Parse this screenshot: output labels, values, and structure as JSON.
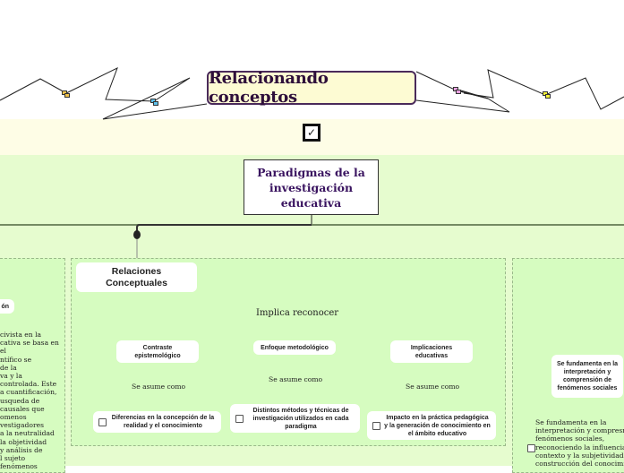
{
  "title": "Relacionando conceptos",
  "check_glyph": "✓",
  "root": {
    "label": "Paradigmas de la investigación educativa"
  },
  "marker_colors": {
    "orange": "#f0c24a",
    "blue": "#5ec0ea",
    "pink": "#e9a0e0",
    "yellow": "#f3f03a"
  },
  "left_group": {
    "header_partial": "ón",
    "body_lines": [
      "civista en la",
      "cativa se basa en",
      "el",
      "ntífico se",
      "de la",
      "va y la",
      "controlada. Este",
      "a cuantificación,",
      "usqueda de",
      "causales que",
      "omenos",
      "vestigadores",
      "a la neutralidad",
      "la objetividad",
      "y análisis de",
      "l sujeto",
      "fenómenos"
    ]
  },
  "center_group": {
    "branch_node": "Relaciones Conceptuales",
    "link_label": "Implica reconocer",
    "children": [
      {
        "label": "Contraste epistemológico",
        "link_label": "Se asume como",
        "leaf": "Diferencias en la concepción de la realidad y el conocimiento"
      },
      {
        "label": "Enfoque metodológico",
        "link_label": "Se asume como",
        "leaf": "Distintos métodos y técnicas de investigación utilizados en cada paradigma"
      },
      {
        "label": "Implicaciones educativas",
        "link_label": "Se asume como",
        "leaf": "Impacto en la práctica pedagógica y la generación de conocimiento en el ámbito educativo"
      }
    ]
  },
  "right_group": {
    "node": "Se fundamenta en la interpretación y comprensión de fenómenos sociales",
    "body_lines": [
      "Se fundamenta en la",
      "interpretación y compresn",
      "fenómenos sociales,",
      "reconociendo la influencia",
      "contexto y la subjetividad e",
      "construcción del conocimi"
    ]
  }
}
